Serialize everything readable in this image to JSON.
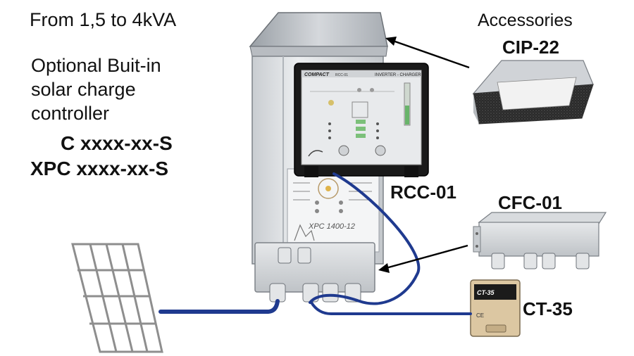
{
  "headline": "From 1,5 to 4kVA",
  "option_text": {
    "line1": "Optional Buit-in",
    "line2": "solar charge",
    "line3": "controller"
  },
  "models": {
    "c_model": "C xxxx-xx-S",
    "xpc_model": "XPC xxxx-xx-S"
  },
  "accessories": {
    "heading": "Accessories",
    "cip": "CIP-22"
  },
  "labels": {
    "rcc": "RCC-01",
    "cfc": "CFC-01",
    "ct": "CT-35"
  },
  "remote_panel": {
    "brand": "COMPACT",
    "title": "INVERTER - CHARGER",
    "model_code": "RCC-01"
  },
  "device_front": {
    "model": "XPC 1400-12"
  },
  "ct_sensor": {
    "label": "CT-35"
  },
  "colors": {
    "cable_blue": "#1f3a8f",
    "device_grey": "#d9dcdf",
    "panel_black": "#1a1a1a",
    "text": "#111111"
  }
}
